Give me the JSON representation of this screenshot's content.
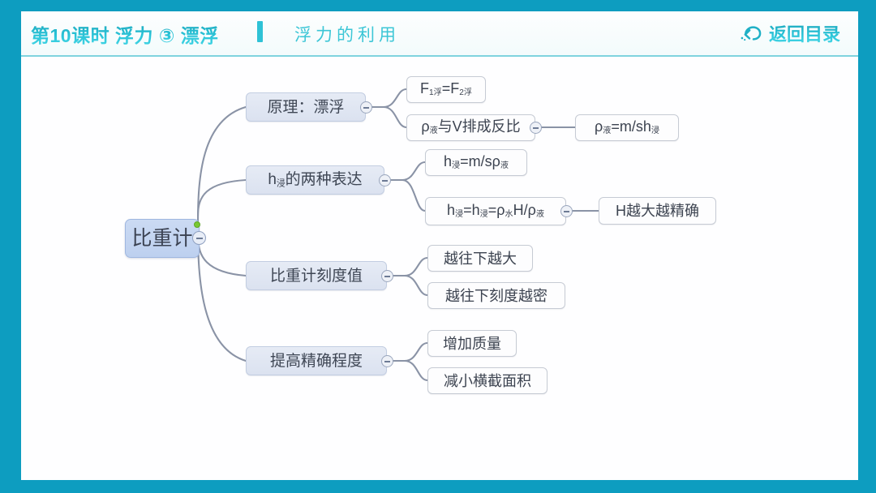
{
  "header": {
    "title_main": "第10课时 浮力 ③ 漂浮",
    "title_sub": "浮力的利用",
    "back_label": "返回目录",
    "back_icon": "undo-arrow-icon",
    "accent_color": "#0d9dc0",
    "title_gradient_from": "#1aa3b8",
    "title_gradient_to": "#46d7e6",
    "rule_color": "#7fd3de"
  },
  "mindmap": {
    "type": "mindmap",
    "root": {
      "label": "比重计",
      "fill": "#c4d5f1",
      "border": "#9fb7e0"
    },
    "branch_fill": "#e1e7f3",
    "branch_border": "#c2cde1",
    "leaf_fill": "#fdfdfe",
    "leaf_border": "#c6cbd4",
    "link_color": "#8a93a6",
    "collapse_icon": "minus-circle-icon",
    "status_dot": "green-dot-icon",
    "branches": [
      {
        "label": "原理：漂浮",
        "children": [
          {
            "label_html": "F<sub>1浮</sub>=F<sub>2浮</sub>",
            "children": []
          },
          {
            "label_html": "ρ<sub>液</sub>与V排成反比",
            "children": [
              {
                "label_html": "ρ<sub>液</sub>=m/sh<sub>浸</sub>",
                "children": []
              }
            ]
          }
        ]
      },
      {
        "label_html": "h<sub>浸</sub>的两种表达",
        "children": [
          {
            "label_html": "h<sub>浸</sub>=m/sρ<sub>液</sub>",
            "children": []
          },
          {
            "label_html": "h<sub>浸</sub>=h<sub>浸</sub>=ρ<sub>水</sub>H/ρ<sub>液</sub>",
            "children": [
              {
                "label_html": "H越大越精确",
                "children": []
              }
            ]
          }
        ]
      },
      {
        "label": "比重计刻度值",
        "children": [
          {
            "label_html": "越往下越大",
            "children": []
          },
          {
            "label_html": "越往下刻度越密",
            "children": []
          }
        ]
      },
      {
        "label": "提高精确程度",
        "children": [
          {
            "label_html": "增加质量",
            "children": []
          },
          {
            "label_html": "减小横截面积",
            "children": []
          }
        ]
      }
    ]
  }
}
